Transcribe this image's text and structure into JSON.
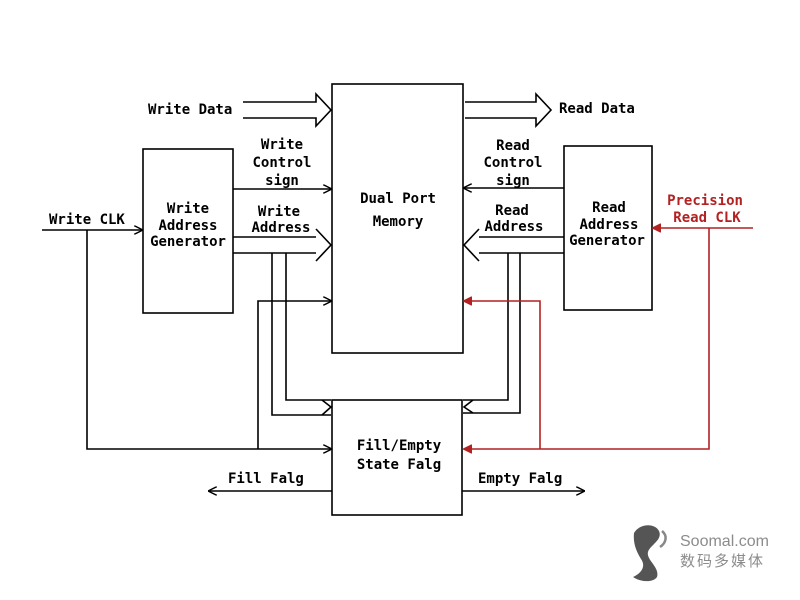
{
  "blocks": {
    "memory": {
      "line1": "Dual Port",
      "line2": "Memory"
    },
    "write_addr_gen": {
      "line1": "Write",
      "line2": "Address",
      "line3": "Generator"
    },
    "read_addr_gen": {
      "line1": "Read",
      "line2": "Address",
      "line3": "Generator"
    },
    "fill_empty": {
      "line1": "Fill/Empty",
      "line2": "State Falg"
    }
  },
  "signals": {
    "write_data": "Write Data",
    "read_data": "Read Data",
    "write_clk": "Write CLK",
    "write_control": {
      "line1": "Write",
      "line2": "Control",
      "line3": "sign"
    },
    "write_address": {
      "line1": "Write",
      "line2": "Address"
    },
    "read_control": {
      "line1": "Read",
      "line2": "Control",
      "line3": "sign"
    },
    "read_address": {
      "line1": "Read",
      "line2": "Address"
    },
    "precision_clk": {
      "line1": "Precision",
      "line2": "Read CLK"
    },
    "fill_flag": "Fill Falg",
    "empty_flag": "Empty Falg"
  },
  "watermark": {
    "site": "Soomal.com",
    "tagline": "数码多媒体"
  },
  "colors": {
    "line": "#000000",
    "highlight": "#b22222",
    "watermark": "#8c8c8c"
  }
}
